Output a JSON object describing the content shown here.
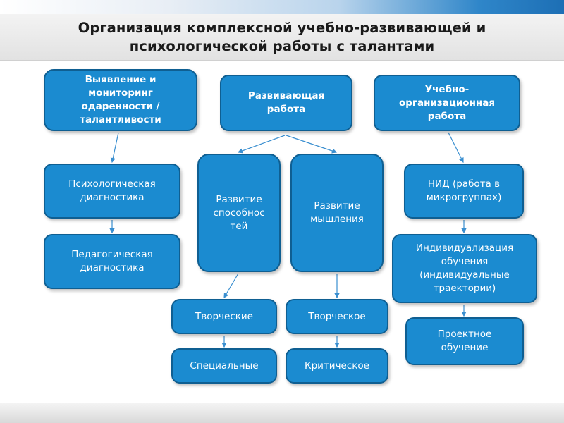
{
  "slide": {
    "title": "Организация комплексной учебно-развивающей и\nпсихологической работы с талантами"
  },
  "diagram": {
    "top_left": "Выявление и\nмониторинг\nодаренности /\nталантливости",
    "top_center": "Развивающая\nработа",
    "top_right": "Учебно-\nорганизационная\nработа",
    "psych_diag": "Психологическая\nдиагностика",
    "ped_diag": "Педагогическая\nдиагностика",
    "abilities": "Развитие\nспособнос\nтей",
    "thinking": "Развитие\nмышления",
    "creative_abilities": "Творческие",
    "special_abilities": "Специальные",
    "creative_thinking": "Творческое",
    "critical_thinking": "Критическое",
    "nid": "НИД (работа в\nмикрогруппах)",
    "individualization": "Индивидуализация\nобучения\n(индивидуальные\nтраектории)",
    "project": "Проектное\nобучение"
  },
  "colors": {
    "box_fill": "#1b8bd0",
    "box_border": "#0f5f92",
    "connector": "#3a8fd0"
  }
}
